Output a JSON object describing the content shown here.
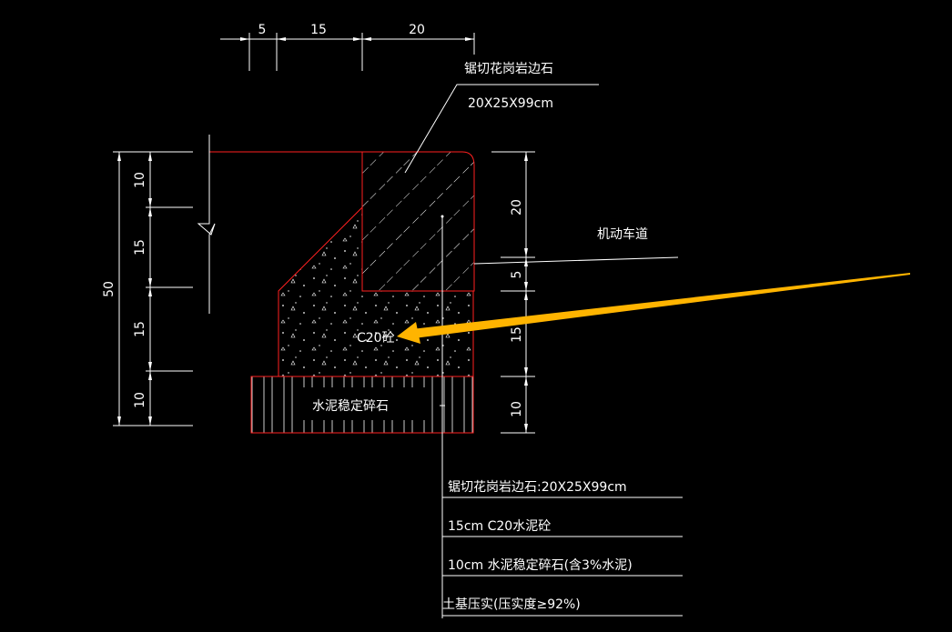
{
  "colors": {
    "background": "#000000",
    "outline": "#ff2020",
    "lines": "#ffffff",
    "arrow": "#ffb400"
  },
  "top_dims": [
    "5",
    "15",
    "20"
  ],
  "left_dims": {
    "total": "50",
    "parts": [
      "10",
      "15",
      "15",
      "10"
    ]
  },
  "right_dims": [
    "20",
    "5",
    "15",
    "10"
  ],
  "labels": {
    "curb_title": "锯切花岗岩边石",
    "curb_size": "20X25X99cm",
    "roadway": "机动车道",
    "concrete": "C20砼",
    "base": "水泥稳定碎石"
  },
  "legend": [
    "锯切花岗岩边石:20X25X99cm",
    "15cm C20水泥砼",
    "10cm 水泥稳定碎石(含3%水泥)",
    "土基压实(压实度≥92%)"
  ]
}
